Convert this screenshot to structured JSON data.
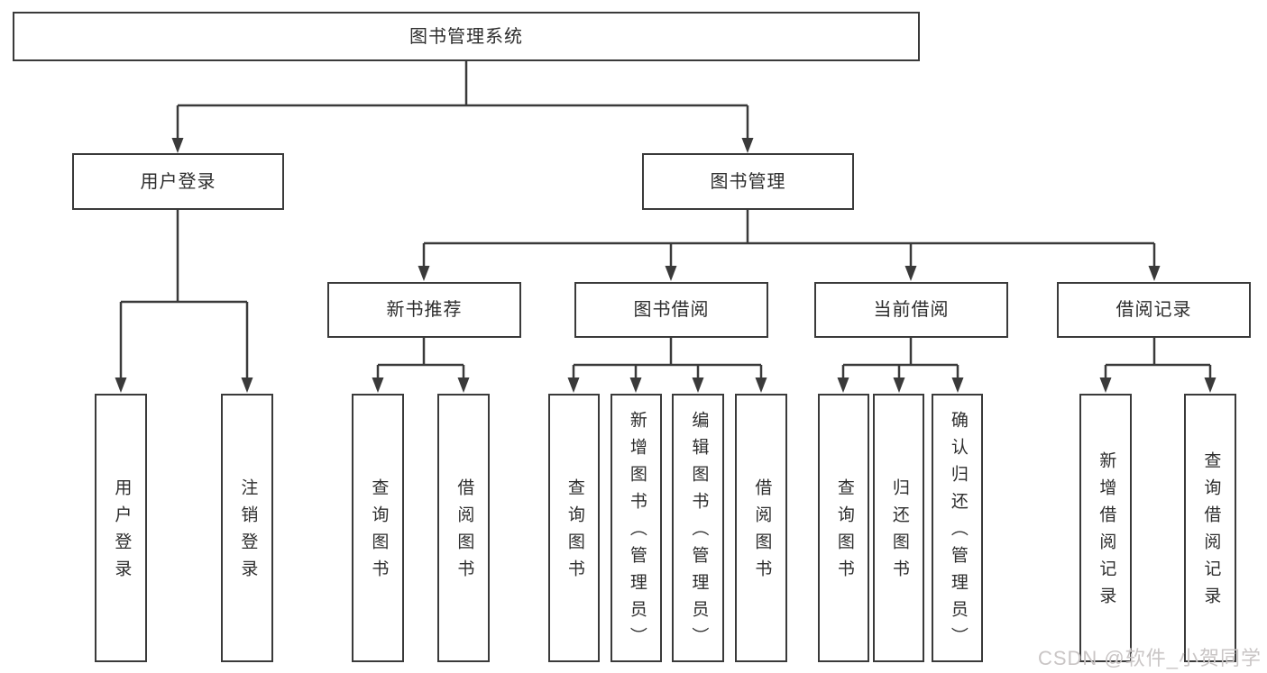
{
  "diagram": {
    "root": {
      "label": "图书管理系统",
      "children": [
        {
          "label": "用户登录",
          "children": [
            {
              "label": "用户登录"
            },
            {
              "label": "注销登录"
            }
          ]
        },
        {
          "label": "图书管理",
          "children": [
            {
              "label": "新书推荐",
              "children": [
                {
                  "label": "查询图书"
                },
                {
                  "label": "借阅图书"
                }
              ]
            },
            {
              "label": "图书借阅",
              "children": [
                {
                  "label": "查询图书"
                },
                {
                  "label": "新增图书（管理员）"
                },
                {
                  "label": "编辑图书（管理员）"
                },
                {
                  "label": "借阅图书"
                }
              ]
            },
            {
              "label": "当前借阅",
              "children": [
                {
                  "label": "查询图书"
                },
                {
                  "label": "归还图书"
                },
                {
                  "label": "确认归还（管理员）"
                }
              ]
            },
            {
              "label": "借阅记录",
              "children": [
                {
                  "label": "新增借阅记录"
                },
                {
                  "label": "查询借阅记录"
                }
              ]
            }
          ]
        }
      ]
    }
  },
  "watermark": {
    "text": "CSDN @软件_小贺同学"
  },
  "colors": {
    "line": "#3a3a3a",
    "box_border": "#3a3a3a",
    "box_fill": "#ffffff",
    "text": "#2d2d2d",
    "watermark": "#c9c5c5"
  }
}
